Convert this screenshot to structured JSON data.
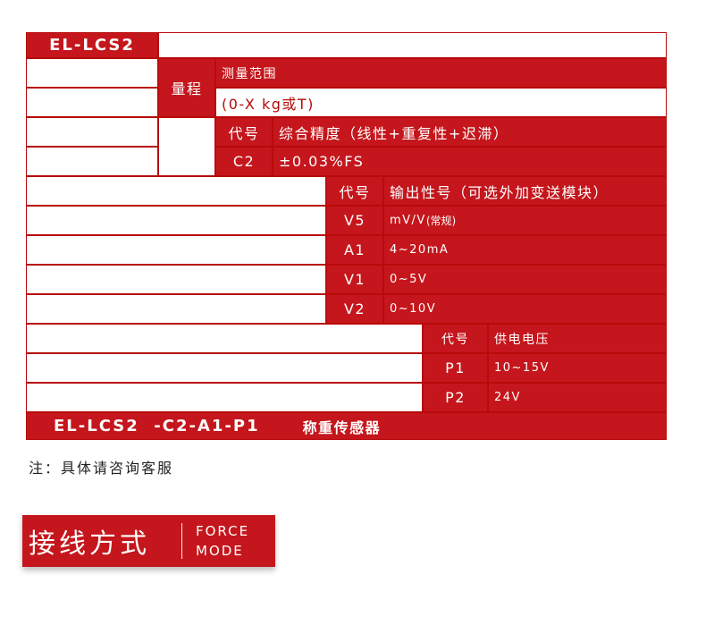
{
  "table": {
    "model_header": "EL-LCS2",
    "range": {
      "label": "量程",
      "title": "测量范围",
      "value": "(0-X kg或T)"
    },
    "accuracy": {
      "code_header": "代号",
      "title_header": "综合精度（线性+重复性+迟滞）",
      "code": "C2",
      "value": "±0.03%FS"
    },
    "output": {
      "code_header": "代号",
      "title_header": "输出性号（可选外加变送模块）",
      "rows": [
        {
          "code": "V5",
          "value": "mV/V",
          "note": "(常规)"
        },
        {
          "code": "A1",
          "value": "4~20mA"
        },
        {
          "code": "V1",
          "value": "0~5V"
        },
        {
          "code": "V2",
          "value": "0~10V"
        }
      ]
    },
    "power": {
      "code_header": "代号",
      "title_header": "供电电压",
      "rows": [
        {
          "code": "P1",
          "value": "10~15V"
        },
        {
          "code": "P2",
          "value": "24V"
        }
      ]
    },
    "example": {
      "model": "EL-LCS2  -C2-A1-P1",
      "name": "称重传感器"
    }
  },
  "note": "注：具体请咨询客服",
  "banner": {
    "title": "接线方式",
    "en_line1": "FORCE",
    "en_line2": "MODE"
  },
  "colors": {
    "brand_red": "#c4161c",
    "grid_line": "#b80a0a"
  }
}
